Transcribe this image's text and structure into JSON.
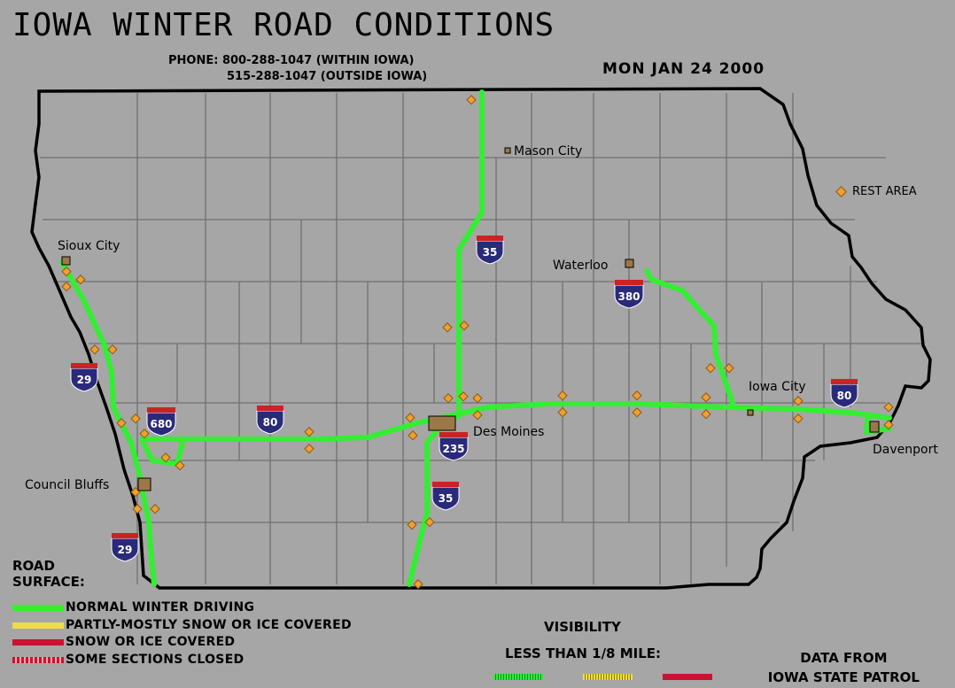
{
  "header": {
    "title": "IOWA WINTER ROAD CONDITIONS",
    "phone_line1": "PHONE:  800-288-1047 (WITHIN IOWA)",
    "phone_line2": "515-288-1047 (OUTSIDE IOWA)",
    "date": "MON JAN 24 2000"
  },
  "cities": [
    {
      "name": "Mason City"
    },
    {
      "name": "Sioux City"
    },
    {
      "name": "Waterloo"
    },
    {
      "name": "Iowa City"
    },
    {
      "name": "Des Moines"
    },
    {
      "name": "Council Bluffs"
    },
    {
      "name": "Davenport"
    }
  ],
  "shields": [
    {
      "route": "35"
    },
    {
      "route": "380"
    },
    {
      "route": "29"
    },
    {
      "route": "680"
    },
    {
      "route": "80"
    },
    {
      "route": "235"
    },
    {
      "route": "35"
    },
    {
      "route": "29"
    },
    {
      "route": "80"
    }
  ],
  "rest_area": {
    "label": "REST AREA",
    "icon": "diamond-icon",
    "color": "#f0a030"
  },
  "legend": {
    "title_line1": "ROAD",
    "title_line2": "SURFACE:",
    "items": [
      {
        "label": "NORMAL WINTER DRIVING",
        "color": "#33ee33"
      },
      {
        "label": "PARTLY-MOSTLY SNOW OR ICE COVERED",
        "color": "#eedd44"
      },
      {
        "label": "SNOW OR ICE COVERED",
        "color": "#cc1133"
      },
      {
        "label": "SOME SECTIONS CLOSED",
        "color": "#cc1133"
      }
    ]
  },
  "visibility": {
    "title": "VISIBILITY",
    "subtitle": "LESS THAN 1/8 MILE:"
  },
  "credit": {
    "line1": "DATA FROM",
    "line2": "IOWA STATE PATROL"
  },
  "colors": {
    "background": "#a6a6a6",
    "county_lines": "#707070",
    "state_border": "#000000",
    "road_normal": "#33ee33",
    "shield_blue": "#2a2a7a",
    "shield_red": "#cc2222",
    "city_marker": "#9c7848"
  }
}
